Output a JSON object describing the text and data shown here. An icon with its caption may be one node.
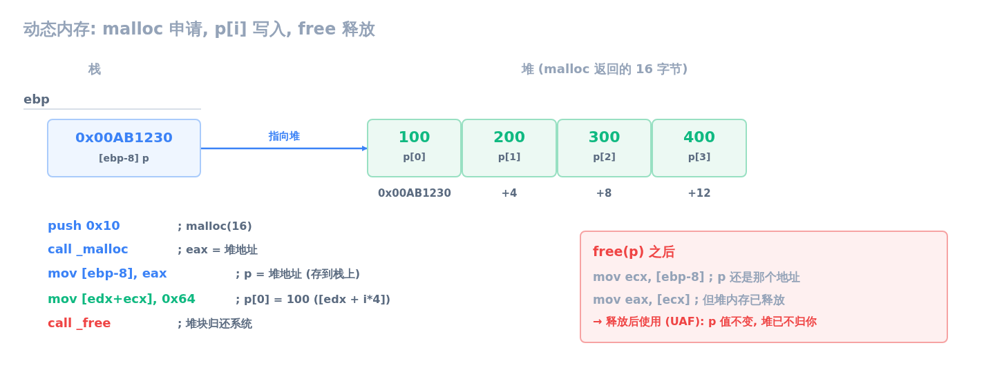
{
  "diagram": {
    "title": "动态内存: malloc 申请, p[i] 写入, free 释放",
    "nodes": [
      {
        "text": [
          "0x00AB1230",
          "[ebp-8] p"
        ]
      },
      {
        "text": [
          "100",
          "p[0]"
        ],
        "beside": [
          "0x00AB1230"
        ]
      },
      {
        "text": [
          "200",
          "p[1]"
        ],
        "beside": [
          "+4"
        ]
      },
      {
        "text": [
          "300",
          "p[2]"
        ],
        "beside": [
          "+8"
        ]
      },
      {
        "text": [
          "400",
          "p[3]"
        ],
        "beside": [
          "+12"
        ]
      },
      {
        "text": [
          "free(p) 之后",
          "mov ecx, [ebp-8] ; p 还是那个地址",
          "mov eax, [ecx] ; 但堆内存已释放",
          "→ 释放后使用 (UAF): p 值不变, 堆已不归你"
        ]
      }
    ],
    "edges": [
      {
        "from": 0,
        "to": 1,
        "arrow": "to",
        "label": "指向堆"
      }
    ],
    "labels": [
      "栈",
      "堆 (malloc 返回的 16 字节)",
      "ebp",
      "push 0x10",
      "; malloc(16)",
      "call _malloc",
      "; eax = 堆地址",
      "mov [ebp-8], eax",
      "; p = 堆地址 (存到栈上)",
      "mov [edx+ecx], 0x64",
      "; p[0] = 100 ([edx + i*4])",
      "call _free",
      "; 堆块归还系统"
    ]
  }
}
